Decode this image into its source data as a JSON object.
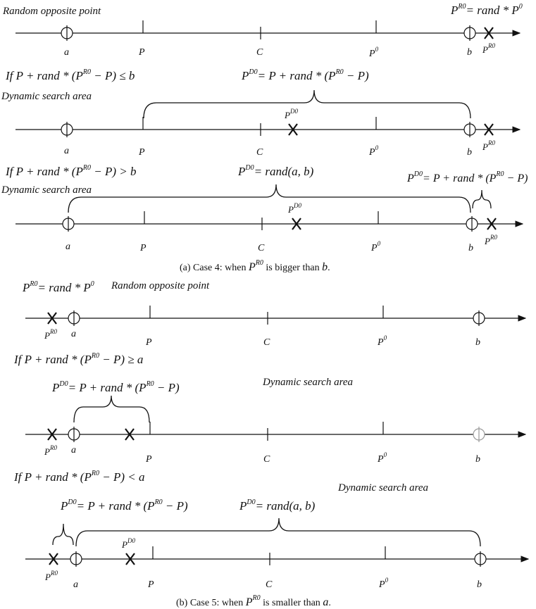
{
  "labels": {
    "random_opposite_point": "Random opposite point",
    "dynamic_search_area": "Dynamic search area",
    "a": "a",
    "b": "b",
    "P": "P",
    "C": "C",
    "P0": "P",
    "P0_sup": "0",
    "PR0_base": "P",
    "PR0_sup": "R0",
    "PD0_base": "P",
    "PD0_sup": "D0"
  },
  "formulas": {
    "rand_opposite_prefix": "= rand * P",
    "rand_opposite_sup": "0",
    "if_le_b": "If P + rand * (P",
    "if_le_b_tail": " − P) ≤ b",
    "if_gt_b": "If P + rand * (P",
    "if_gt_b_tail": " − P) > b",
    "if_ge_a": "If P + rand * (P",
    "if_ge_a_tail": " − P) ≥ a",
    "if_lt_a": "If P + rand * (P",
    "if_lt_a_tail": " − P) < a",
    "pd0_formula_head": "= P + rand * (P",
    "pd0_formula_tail": " − P)",
    "pd0_rand_ab": "= rand(a, b)"
  },
  "captions": {
    "case4_pre": "(a) Case 4: when ",
    "case4_post": " is bigger than ",
    "case4_var": "b",
    "case5_pre": "(b) Case 5: when ",
    "case5_post": " is smaller than ",
    "case5_var": "a"
  }
}
